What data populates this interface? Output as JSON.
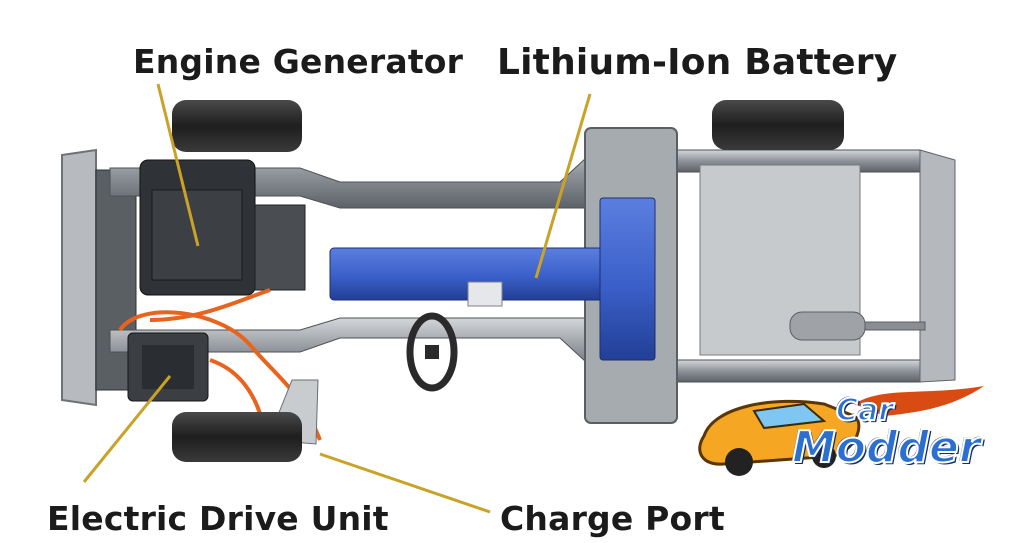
{
  "labels": {
    "engine_generator": "Engine Generator",
    "lithium_ion_battery": "Lithium-Ion Battery",
    "electric_drive_unit": "Electric Drive Unit",
    "charge_port": "Charge Port"
  },
  "logo": {
    "line1": "Car",
    "line2": "Modder"
  },
  "colors": {
    "leader_line": "#c9a227",
    "battery": "#3a5fc8",
    "chassis": "#8e9399",
    "tire": "#2a2a2a",
    "cable": "#e8641e",
    "logo_blue": "#2b6fd1",
    "logo_car": "#f5a623"
  }
}
